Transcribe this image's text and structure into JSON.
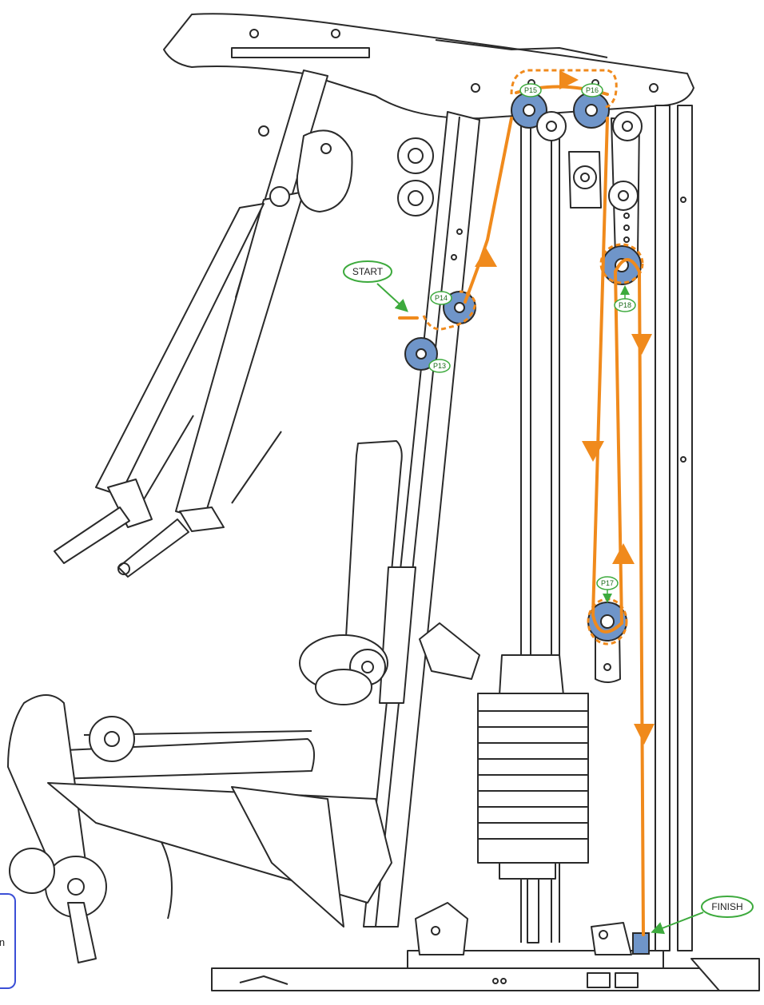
{
  "callouts": {
    "start": "START",
    "finish": "FINISH"
  },
  "pulleys": {
    "p13": "P13",
    "p14": "P14",
    "p15": "P15",
    "p16": "P16",
    "p17": "P17",
    "p18": "P18"
  },
  "side_tab": {
    "text": "in"
  },
  "colors": {
    "cable": "#f08a1c",
    "callout_border": "#3daa3d",
    "pulley": "#6f95c9",
    "line_art": "#2a2a2a",
    "tab_border": "#3b4fd6"
  }
}
